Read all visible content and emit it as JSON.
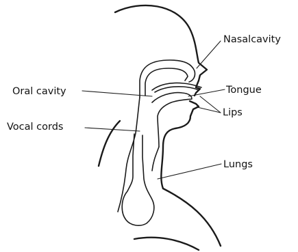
{
  "labels": {
    "nasal_cavity": "Nasalcavity",
    "oral_cavity": "Oral cavity",
    "tongue": "Tongue",
    "lips": "Lips",
    "vocal_cords": "Vocal cords",
    "lungs": "Lungs"
  }
}
